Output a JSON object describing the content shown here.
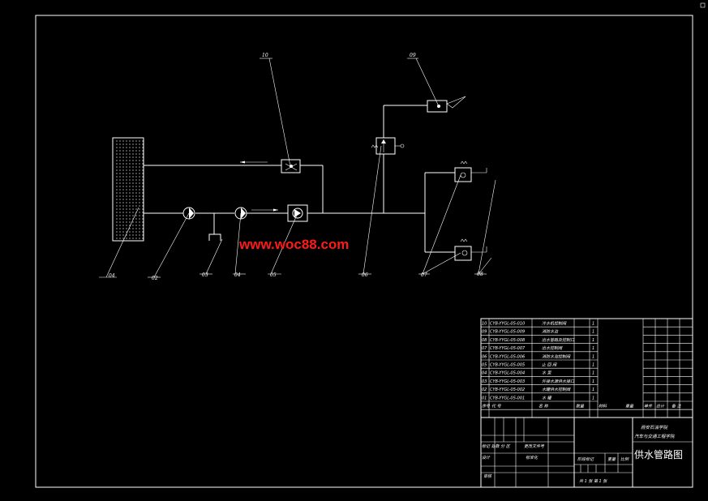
{
  "watermark": "www.woc88.com",
  "leader_labels": {
    "l10": "10",
    "l09": "09",
    "l04": "04",
    "l02": "02",
    "l03": "03",
    "l04b": "04",
    "l05": "05",
    "l06": "06",
    "l07": "07",
    "l08": "08"
  },
  "parts_list": [
    {
      "no": "10",
      "code": "CYB-YYGL-05-010",
      "name": "冷水机控制阀",
      "qty": "1"
    },
    {
      "no": "09",
      "code": "CYB-YYGL-05-009",
      "name": "消防水泊",
      "qty": "1"
    },
    {
      "no": "08",
      "code": "CYB-YYGL-05-008",
      "name": "出水管路及控制口",
      "qty": "1"
    },
    {
      "no": "07",
      "code": "CYB-YYGL-05-007",
      "name": "出水控制阀",
      "qty": "1"
    },
    {
      "no": "06",
      "code": "CYB-YYGL-05-006",
      "name": "消防水泡控制阀",
      "qty": "1"
    },
    {
      "no": "05",
      "code": "CYB-YYGL-05-005",
      "name": "止 回 阀",
      "qty": "1"
    },
    {
      "no": "04",
      "code": "CYB-YYGL-05-004",
      "name": "水 泵",
      "qty": "1"
    },
    {
      "no": "03",
      "code": "CYB-YYGL-05-003",
      "name": "外接水源供水接口",
      "qty": "1"
    },
    {
      "no": "02",
      "code": "CYB-YYGL-05-002",
      "name": "水罐供水控制阀",
      "qty": "1"
    },
    {
      "no": "01",
      "code": "CYB-YYGL-05-001",
      "name": "水 罐",
      "qty": "1"
    }
  ],
  "parts_header": {
    "no": "序号",
    "code": "代 号",
    "name": "名 称",
    "qty": "数量",
    "material": "材料",
    "single": "单件",
    "total": "总计",
    "weight": "重量",
    "remark": "备 注"
  },
  "title_block": {
    "school_line1": "西安石油学院",
    "school_line2": "汽车与交通工程学院",
    "drawing_title": "供水管路图",
    "row_marking": "标记 处数 分 区",
    "row_change": "更改文件号",
    "design": "设计",
    "standard": "标准化",
    "review": "审核",
    "stage": "阶段标记",
    "weight": "重量",
    "scale": "比例",
    "sheets": "共 1 张 第 1 张"
  },
  "colors": {
    "background": "#000000",
    "lines": "#ffffff",
    "watermark": "#ff1a1a"
  }
}
